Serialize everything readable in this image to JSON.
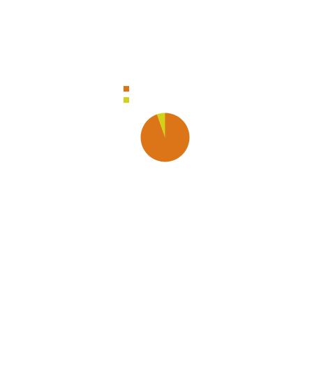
{
  "chart_data": {
    "type": "pie",
    "title": "",
    "categories": [
      "",
      ""
    ],
    "values": [
      94.6,
      5.4
    ],
    "colors": [
      "#DB7518",
      "#D1D219"
    ],
    "start_angle_deg": 0,
    "direction": "clockwise",
    "legend_position": "top-left"
  }
}
